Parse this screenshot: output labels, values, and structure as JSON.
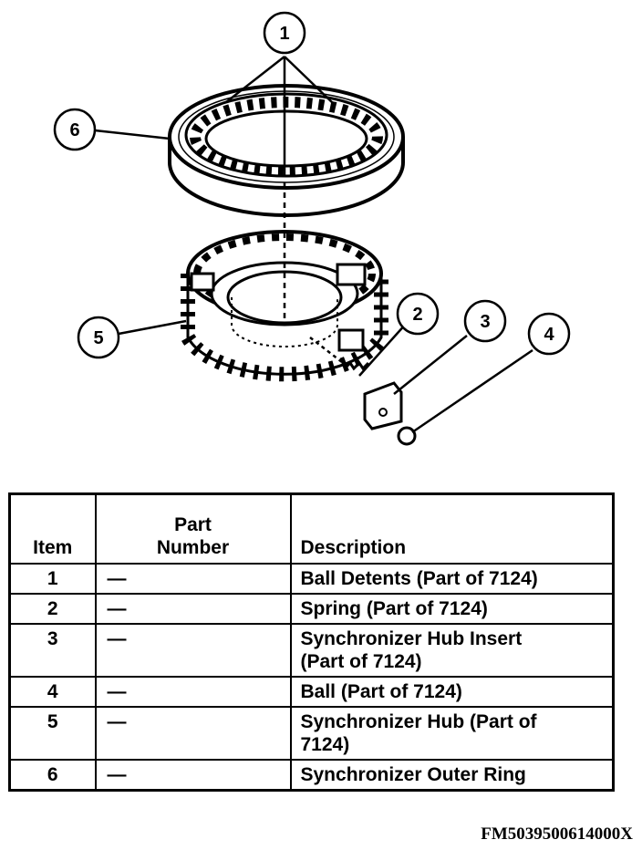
{
  "callouts": [
    "1",
    "2",
    "3",
    "4",
    "5",
    "6"
  ],
  "table": {
    "headers": {
      "item": "Item",
      "part_line1": "Part",
      "part_line2": "Number",
      "description": "Description"
    },
    "rows": [
      {
        "item": "1",
        "part": "—",
        "desc1": "Ball Detents (Part of 7124)",
        "desc2": ""
      },
      {
        "item": "2",
        "part": "—",
        "desc1": "Spring (Part of 7124)",
        "desc2": ""
      },
      {
        "item": "3",
        "part": "—",
        "desc1": "Synchronizer Hub Insert",
        "desc2": "(Part of 7124)"
      },
      {
        "item": "4",
        "part": "—",
        "desc1": "Ball (Part of 7124)",
        "desc2": ""
      },
      {
        "item": "5",
        "part": "—",
        "desc1": "Synchronizer Hub (Part of",
        "desc2": "7124)"
      },
      {
        "item": "6",
        "part": "—",
        "desc1": "Synchronizer Outer Ring",
        "desc2": ""
      }
    ]
  },
  "figure_id": "FM5039500614000X"
}
